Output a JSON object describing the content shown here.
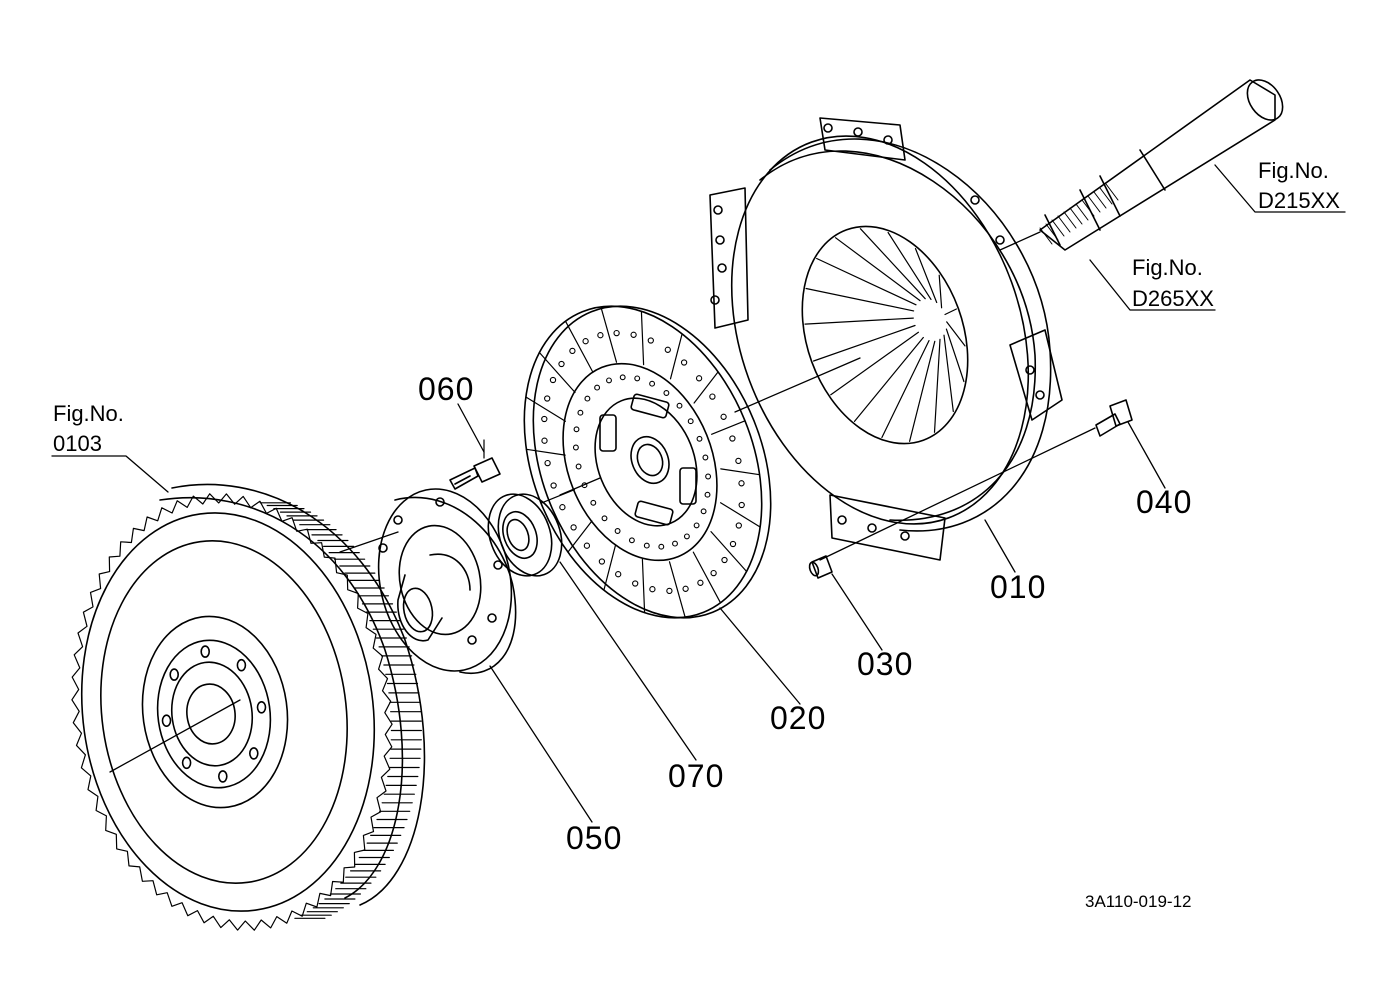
{
  "diagram": {
    "drawing_code": "3A110-019-12",
    "fig_refs": [
      {
        "id": "flywheel",
        "caption": "Fig.No.",
        "number": "0103"
      },
      {
        "id": "input-shaft",
        "caption": "Fig.No.",
        "number": "D215XX"
      },
      {
        "id": "output-shaft",
        "caption": "Fig.No.",
        "number": "D265XX"
      }
    ],
    "parts": [
      {
        "id": "pressure-plate",
        "label": "010"
      },
      {
        "id": "clutch-disc",
        "label": "020"
      },
      {
        "id": "pin",
        "label": "030"
      },
      {
        "id": "pressure-plate-bolt",
        "label": "040"
      },
      {
        "id": "hub-flange",
        "label": "050"
      },
      {
        "id": "hub-bolt",
        "label": "060"
      },
      {
        "id": "bearing",
        "label": "070"
      }
    ]
  }
}
